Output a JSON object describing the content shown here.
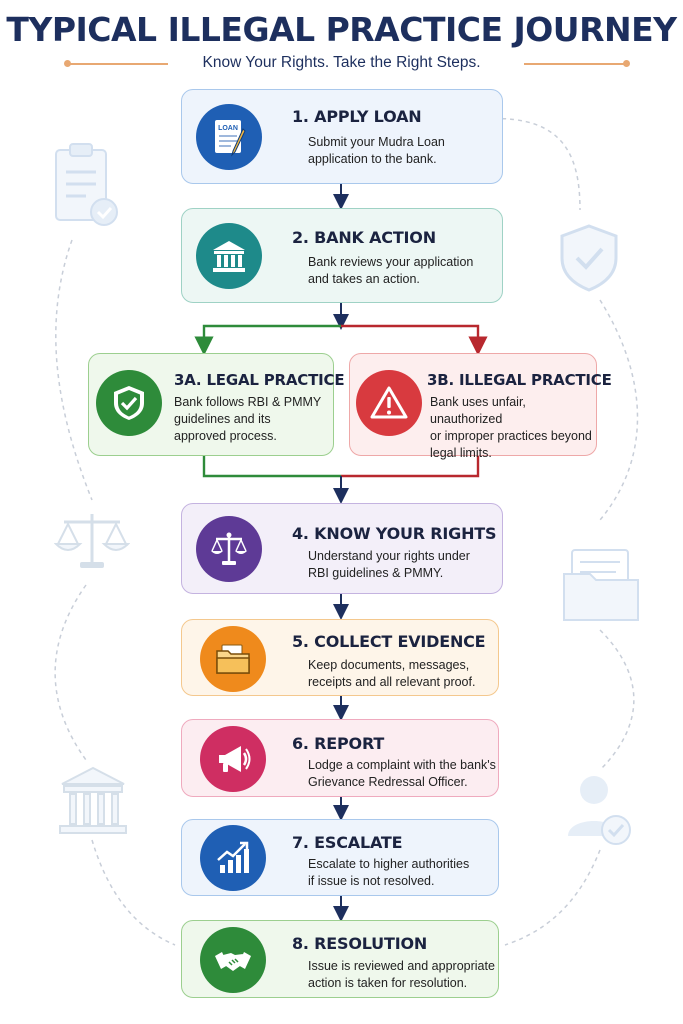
{
  "header": {
    "title": "TYPICAL ILLEGAL PRACTICE JOURNEY",
    "subtitle": "Know Your Rights. Take the Right Steps."
  },
  "icons": {
    "apply": "loan-document-icon",
    "bank": "bank-building-icon",
    "legal": "shield-check-icon",
    "illegal": "warning-triangle-icon",
    "rights": "scales-icon",
    "evidence": "folder-icon",
    "report": "megaphone-icon",
    "escalate": "rising-chart-icon",
    "resolution": "handshake-icon"
  },
  "steps": {
    "apply": {
      "title": "1. APPLY LOAN",
      "doc_label": "LOAN",
      "line1": "Submit your Mudra Loan",
      "line2": "application to the bank.",
      "color": "#1f5fb4",
      "bg": "#eef4fc",
      "border": "#a9c8ec"
    },
    "bank": {
      "title": "2. BANK ACTION",
      "line1": "Bank reviews your application",
      "line2": "and takes an action.",
      "color": "#1e8a8a",
      "bg": "#edf7f4",
      "border": "#9fd2c5"
    },
    "legal": {
      "title": "3A. LEGAL PRACTICE",
      "line1": "Bank follows RBI & PMMY",
      "line2": "guidelines and its",
      "line3": "approved process.",
      "color": "#2e8b3a",
      "bg": "#eff8ec",
      "border": "#9ccf8f"
    },
    "illegal": {
      "title": "3B. ILLEGAL PRACTICE",
      "line1": "Bank uses unfair, unauthorized",
      "line2": "or improper practices beyond",
      "line3": "legal limits.",
      "color": "#d83a3f",
      "bg": "#fdeeee",
      "border": "#eea8a8"
    },
    "rights": {
      "title": "4. KNOW YOUR RIGHTS",
      "line1": "Understand your rights under",
      "line2": "RBI guidelines & PMMY.",
      "color": "#5e3a96",
      "bg": "#f3eff9",
      "border": "#c4b3e0"
    },
    "evidence": {
      "title": "5. COLLECT EVIDENCE",
      "line1": "Keep documents, messages,",
      "line2": "receipts and all relevant proof.",
      "color": "#ef8a1c",
      "bg": "#fef5e9",
      "border": "#f4c88e"
    },
    "report": {
      "title": "6. REPORT",
      "line1": "Lodge a complaint with the bank's",
      "line2": "Grievance Redressal Officer.",
      "color": "#cf2e62",
      "bg": "#fcedf1",
      "border": "#efaabe"
    },
    "escalate": {
      "title": "7. ESCALATE",
      "line1": "Escalate to higher authorities",
      "line2": "if issue is not resolved.",
      "color": "#1f5fb4",
      "bg": "#eef4fc",
      "border": "#a9c8ec"
    },
    "resolution": {
      "title": "8. RESOLUTION",
      "line1": "Issue is reviewed and appropriate",
      "line2": "action is taken for resolution.",
      "color": "#2e8b3a",
      "bg": "#eff8ec",
      "border": "#9ccf8f"
    }
  },
  "colors": {
    "arrow": "#1d2f5e",
    "legal_line": "#2e8b3a",
    "illegal_line": "#b8282e"
  }
}
